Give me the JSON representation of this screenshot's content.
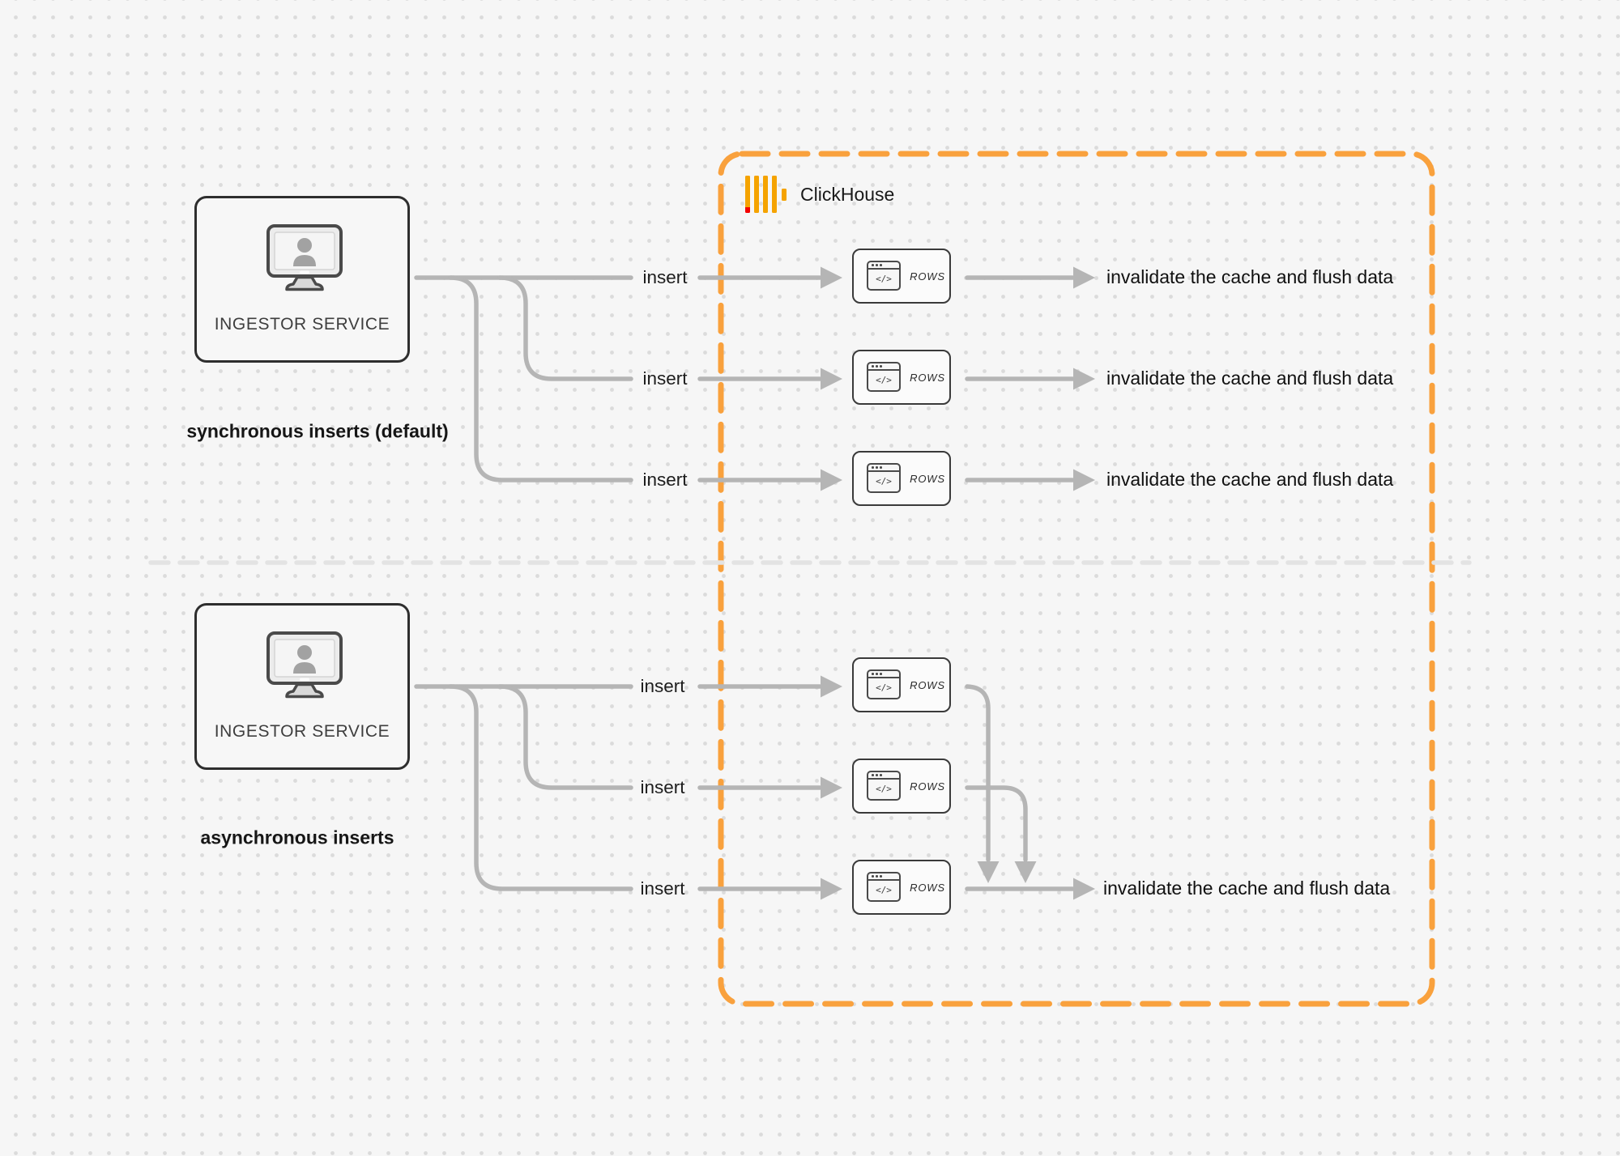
{
  "clickhouse_box": {
    "title": "ClickHouse"
  },
  "sync_section": {
    "source": "INGESTOR SERVICE",
    "caption": "synchronous inserts (default)",
    "insert": "insert",
    "result": "invalidate the cache and flush data"
  },
  "async_section": {
    "source": "INGESTOR SERVICE",
    "caption": "asynchronous inserts",
    "insert": "insert",
    "result": "invalidate the cache and flush data"
  },
  "rows_card": {
    "label": "ROWS",
    "glyph": "</>"
  },
  "colors": {
    "accent": "#F9A13D",
    "logo_bar": "#F5A300",
    "logo_red": "#F40000",
    "connector": "#B5B5B5",
    "divider": "#E3E3E3",
    "ink": "#1A1A1A"
  }
}
